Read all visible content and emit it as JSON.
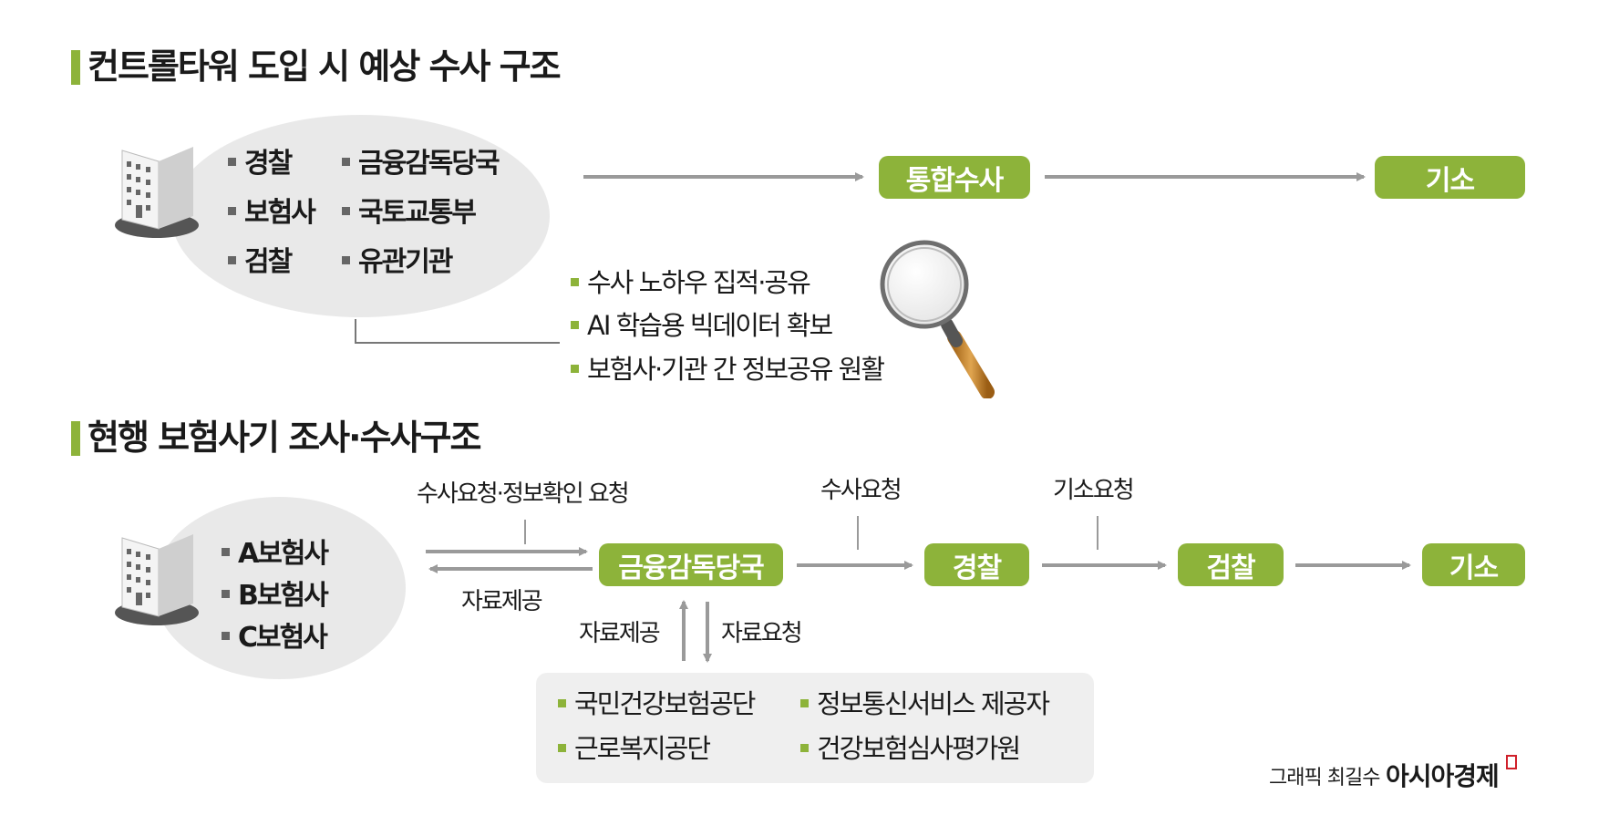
{
  "top": {
    "title": "컨트롤타워 도입 시 예상 수사 구조",
    "orgs": [
      "경찰",
      "금융감독당국",
      "보험사",
      "국토교통부",
      "검찰",
      "유관기관"
    ],
    "flow": [
      "통합수사",
      "기소"
    ],
    "benefits": [
      "수사 노하우 집적·공유",
      "AI 학습용 빅데이터 확보",
      "보험사·기관 간 정보공유 원활"
    ]
  },
  "bottom": {
    "title": "현행 보험사기 조사·수사구조",
    "insurers": [
      "A보험사",
      "B보험사",
      "C보험사"
    ],
    "labels": {
      "request_top": "수사요청·정보확인 요청",
      "provide_bottom": "자료제공",
      "investigation_request": "수사요청",
      "indictment_request": "기소요청",
      "provide_up": "자료제공",
      "request_down": "자료요청"
    },
    "flow": [
      "금융감독당국",
      "경찰",
      "검찰",
      "기소"
    ],
    "agencies": [
      "국민건강보험공단",
      "정보통신서비스 제공자",
      "근로복지공단",
      "건강보험심사평가원"
    ]
  },
  "credit": {
    "graphic": "그래픽 최길수",
    "publisher": "아시아경제"
  },
  "colors": {
    "accent_green": "#8db33a",
    "arrow_gray": "#9a9a9a",
    "ellipse_gray": "#e9e9e9",
    "logo_red": "#d0202a"
  }
}
